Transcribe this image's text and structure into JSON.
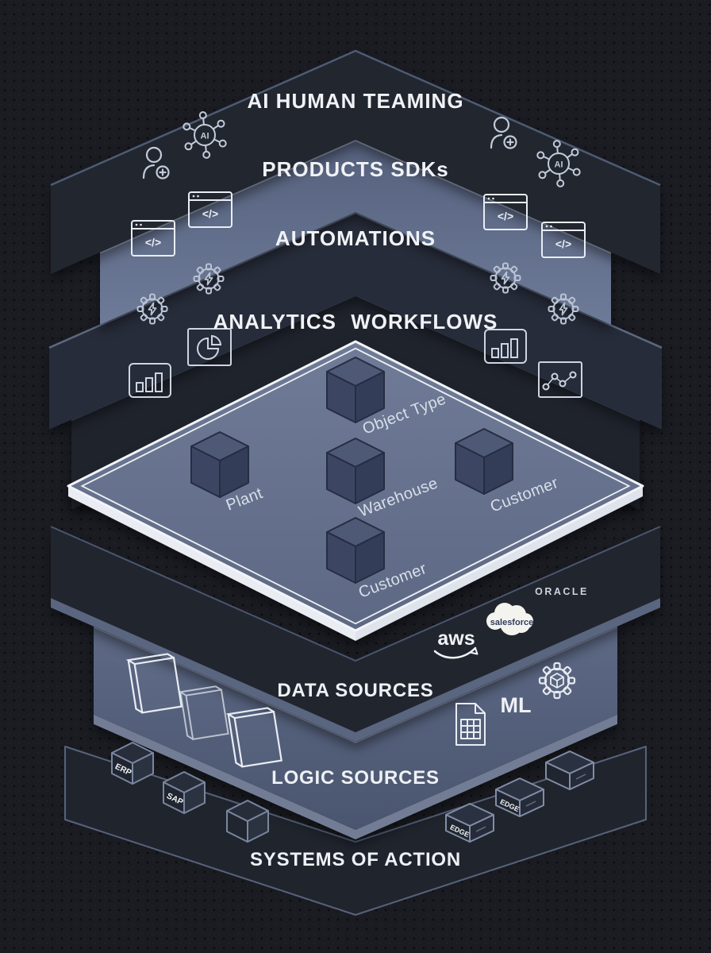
{
  "layers": {
    "top": [
      {
        "id": "ai-human-teaming",
        "label": "AI HUMAN TEAMING",
        "fill": "#22262f",
        "icons": [
          "user-add-icon",
          "ai-network-icon"
        ]
      },
      {
        "id": "products-sdks",
        "label": "PRODUCTS SDKs",
        "fill": "#5f6b88",
        "icons": [
          "code-window-icon"
        ]
      },
      {
        "id": "automations",
        "label": "AUTOMATIONS",
        "fill": "#272c3a",
        "icons": [
          "gear-lightning-icon"
        ]
      },
      {
        "id": "analytics-workflows",
        "label": "ANALYTICS WORKFLOWS",
        "fill": "#1f232c",
        "icons": [
          "bar-chart-icon",
          "pie-chart-icon",
          "scatter-chart-icon"
        ]
      }
    ],
    "bottom": [
      {
        "id": "data-sources",
        "label": "DATA SOURCES",
        "fill": "#21252e"
      },
      {
        "id": "logic-sources",
        "label": "LOGIC SOURCES",
        "fill": "#56627f"
      },
      {
        "id": "systems-of-action",
        "label": "SYSTEMS OF ACTION",
        "fill": "#20242d"
      }
    ]
  },
  "platform": {
    "fill": "#67738f",
    "border_color": "#f2f4f8",
    "cubes": [
      {
        "label": "Object Type"
      },
      {
        "label": "Plant"
      },
      {
        "label": "Warehouse"
      },
      {
        "label": "Customer"
      },
      {
        "label": "Customer"
      }
    ]
  },
  "logos": {
    "aws": "aws",
    "salesforce": "salesforce",
    "oracle": "ORACLE",
    "ml": "ML"
  },
  "source_cubes": {
    "erp": "ERP",
    "sap": "SAP",
    "edge_a": "EDGE",
    "edge_b": "EDGE"
  },
  "icons": {
    "ai_label": "AI",
    "code_label": "</>"
  },
  "colors": {
    "background": "#1a1c22",
    "accent_slate": "#5f6b88",
    "platform": "#67738f",
    "white_line": "#f2f4f8"
  }
}
